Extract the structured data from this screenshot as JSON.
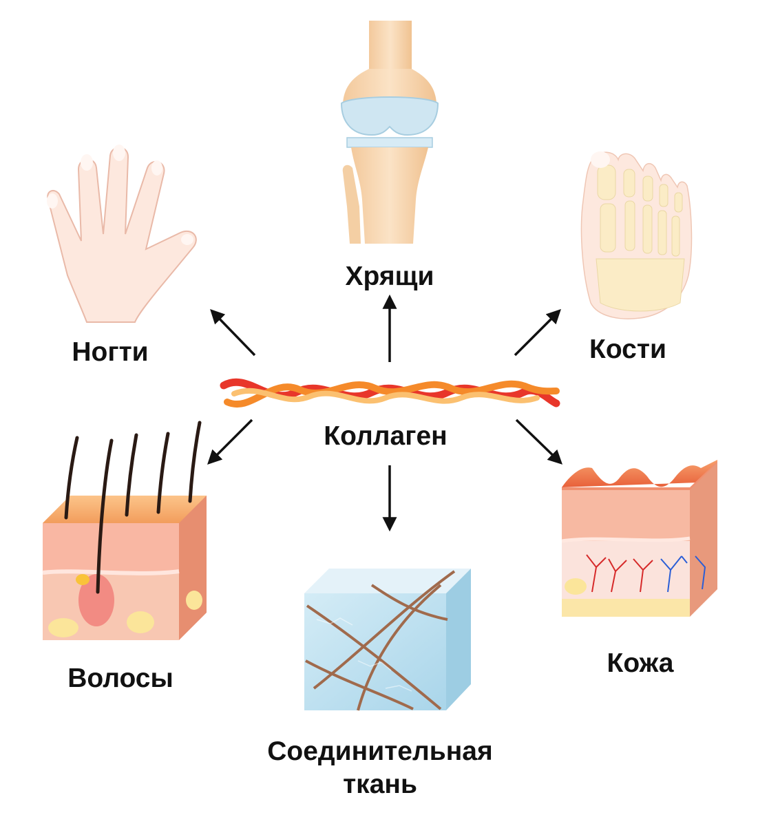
{
  "diagram": {
    "center": {
      "label": "Коллаген"
    },
    "targets": [
      {
        "id": "nails",
        "label": "Ногти"
      },
      {
        "id": "cartilage",
        "label": "Хрящи"
      },
      {
        "id": "bones",
        "label": "Кости"
      },
      {
        "id": "hair",
        "label": "Волосы"
      },
      {
        "id": "connective",
        "label": "Соединительная ткань"
      },
      {
        "id": "skin",
        "label": "Кожа"
      }
    ]
  },
  "colors": {
    "text": "#111111",
    "arrow": "#111111",
    "collagen_red": "#e8362a",
    "collagen_orange": "#f58a2a",
    "collagen_yellow": "#fbc070",
    "skin_pink": "#f6c0ad",
    "skin_top_orange": "#f48a55",
    "cartilage_blue": "#cfe6f2",
    "bone_beige": "#f5d6ae",
    "tissue_blue": "#bfe0ee",
    "fiber_brown": "#9b6a4e"
  }
}
